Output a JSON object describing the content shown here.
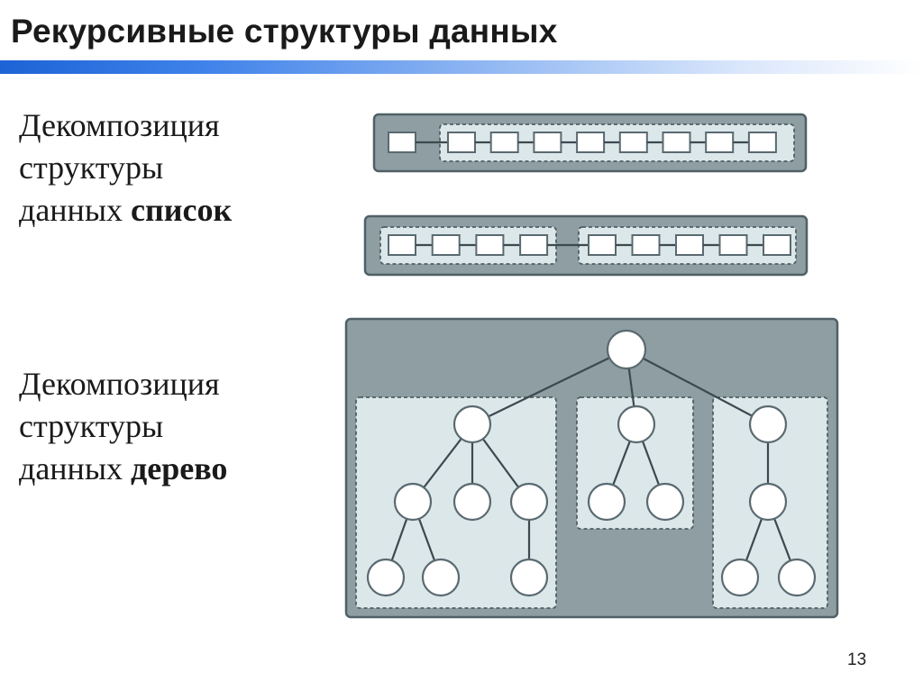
{
  "slide": {
    "title": "Рекурсивные структуры данных",
    "page_number": "13"
  },
  "list_caption": {
    "line1": "Декомпозиция",
    "line2": "структуры",
    "line3_prefix": "данных ",
    "line3_bold": "список"
  },
  "tree_caption": {
    "line1": "Декомпозиция",
    "line2": "структуры",
    "line3_prefix": "данных ",
    "line3_bold": "дерево"
  },
  "colors": {
    "outer_panel": "#8f9ea3",
    "inner_panel": "#dce7ea",
    "node_fill": "#ffffff",
    "node_stroke": "#596a70",
    "title_accent": "#1d63d6"
  },
  "diagram": {
    "list_one": {
      "head_nodes": 1,
      "tail_nodes": 8
    },
    "list_two": {
      "first_part_nodes": 4,
      "second_part_nodes": 5
    },
    "tree": {
      "root_children": 3,
      "subtree_left": {
        "root_children": 3,
        "leaves": 3
      },
      "subtree_middle": {
        "root_children": 2,
        "leaves": 2
      },
      "subtree_right": {
        "chain_depth": 1,
        "leaves": 2
      }
    }
  }
}
